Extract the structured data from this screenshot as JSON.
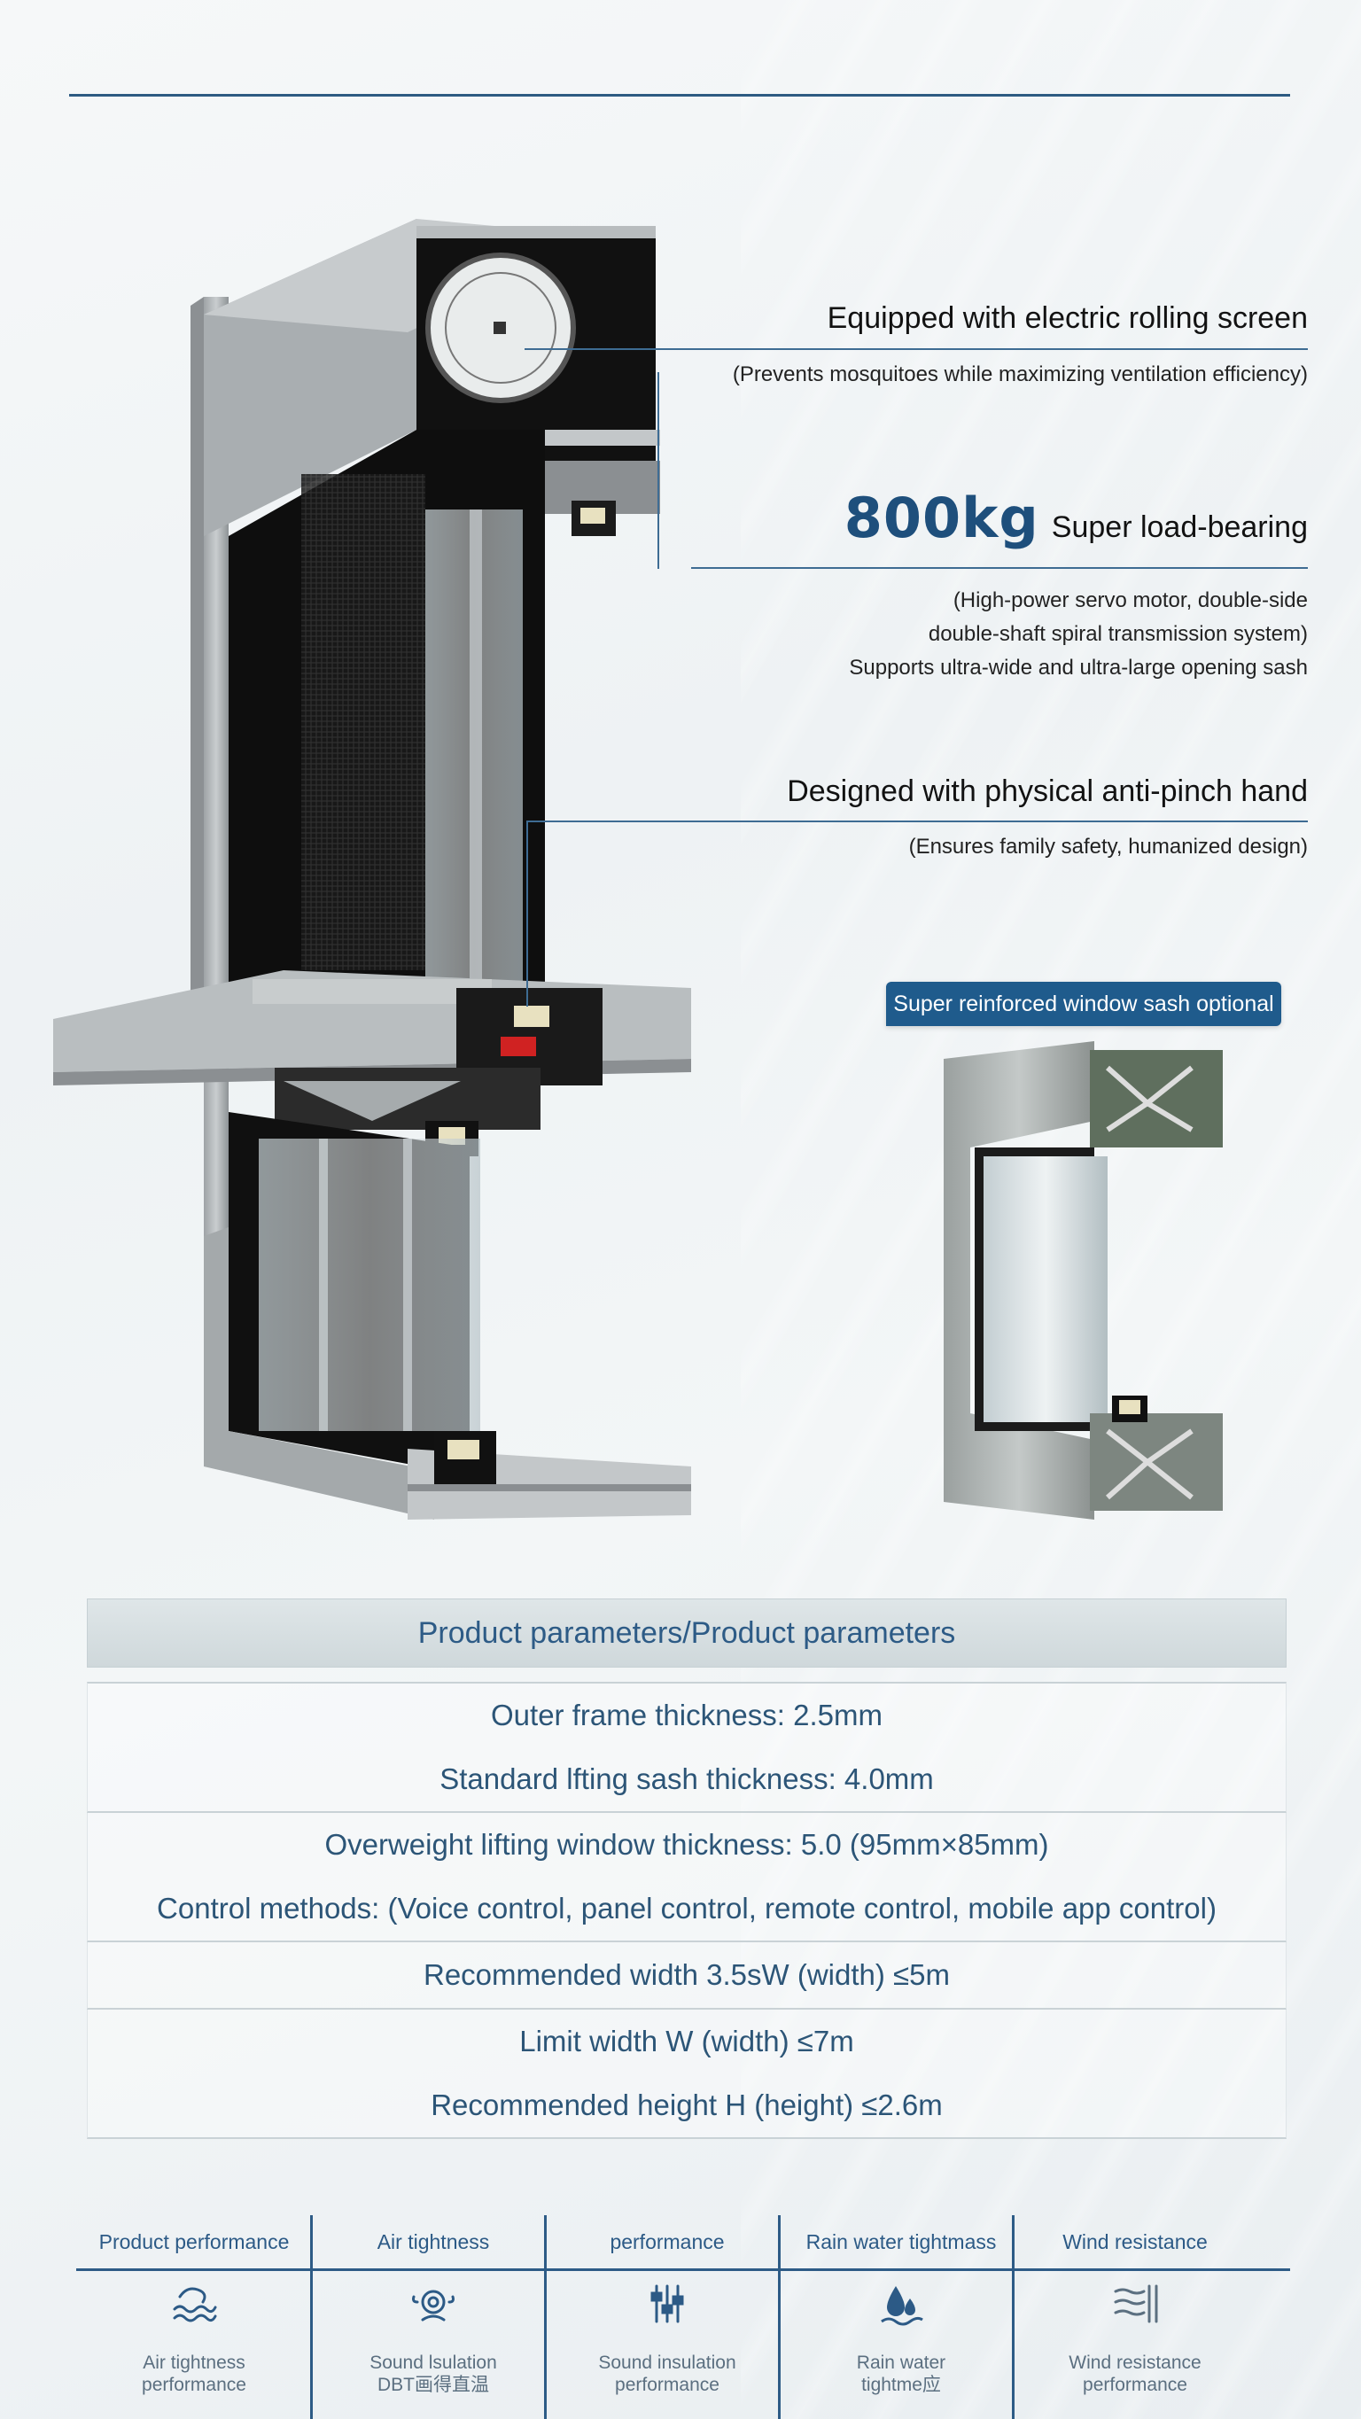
{
  "callouts": {
    "rolling_screen": {
      "title": "Equipped with electric rolling screen",
      "subtitle": "(Prevents mosquitoes while maximizing ventilation efficiency)"
    },
    "load": {
      "value": "800kg",
      "title": "Super load-bearing",
      "line1": "(High-power servo motor, double-side",
      "line2": "double-shaft spiral transmission system)",
      "line3": "Supports ultra-wide and ultra-large opening sash"
    },
    "anti_pinch": {
      "title": "Designed with physical anti-pinch hand",
      "subtitle": "(Ensures family safety, humanized design)"
    },
    "sash_badge": "Super reinforced window sash optional"
  },
  "parameters": {
    "header": "Product parameters/Product parameters",
    "groups": [
      [
        "Outer frame thickness: 2.5mm",
        "Standard lfting sash thickness: 4.0mm"
      ],
      [
        "Overweight lifting window thickness: 5.0 (95mm×85mm)",
        "Control methods: (Voice control, panel control, remote control, mobile app control)"
      ],
      [
        "Recommended width 3.5sW (width) ≤5m"
      ],
      [
        "Limit width W (width) ≤7m",
        "Recommended height H (height) ≤2.6m"
      ]
    ]
  },
  "performance": [
    {
      "header": "Product performance",
      "icon": "waves-icon",
      "caption1": "Air tightness",
      "caption2": "performance"
    },
    {
      "header": "Air tightness",
      "icon": "sound-insulation-icon",
      "caption1": "Sound lsulation",
      "caption2": "DBT画得直温"
    },
    {
      "header": "performance",
      "icon": "sliders-icon",
      "caption1": "Sound insulation",
      "caption2": "performance"
    },
    {
      "header": "Rain water tightmass",
      "icon": "water-drop-icon",
      "caption1": "Rain water",
      "caption2": "tightme应"
    },
    {
      "header": "Wind resistance",
      "icon": "wind-icon",
      "caption1": "Wind resistance",
      "caption2": "performance"
    }
  ],
  "colors": {
    "accent": "#1e4f7c",
    "rule": "#2d5b82",
    "badge": "#1f5b8c"
  }
}
